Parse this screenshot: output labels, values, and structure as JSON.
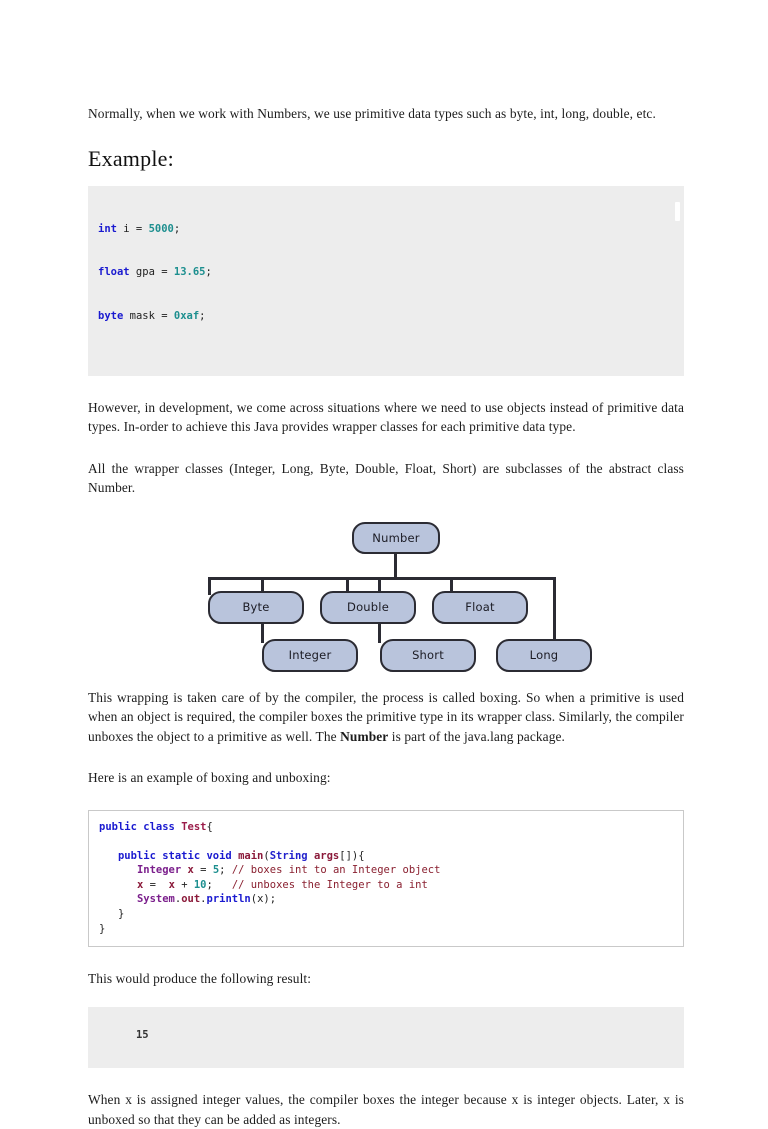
{
  "document": {
    "intro_paragraph": "Normally, when we work with Numbers, we use primitive data types such as byte, int, long, double, etc.",
    "example_heading": "Example:",
    "code_block_1": {
      "lines": [
        {
          "tokens": [
            {
              "t": "int",
              "c": "kw"
            },
            {
              "t": " i = ",
              "c": "plain"
            },
            {
              "t": "5000",
              "c": "num"
            },
            {
              "t": ";",
              "c": "plain"
            }
          ]
        },
        {
          "tokens": [
            {
              "t": "float",
              "c": "kw"
            },
            {
              "t": " gpa = ",
              "c": "plain"
            },
            {
              "t": "13.65",
              "c": "num"
            },
            {
              "t": ";",
              "c": "plain"
            }
          ]
        },
        {
          "tokens": [
            {
              "t": "byte",
              "c": "kw"
            },
            {
              "t": " mask = ",
              "c": "plain"
            },
            {
              "t": "0xaf",
              "c": "num"
            },
            {
              "t": ";",
              "c": "plain"
            }
          ]
        }
      ],
      "plain_text": "int i = 5000;\nfloat gpa = 13.65;\nbyte mask = 0xaf;"
    },
    "paragraph_however": "However, in development, we come across situations where we need to use objects instead of primitive data types. In-order to achieve this Java provides wrapper classes for each primitive data type.",
    "paragraph_wrappers": "All the wrapper classes (Integer, Long, Byte, Double, Float, Short) are subclasses of the abstract class Number.",
    "paragraph_boxing_pre": "This wrapping is taken care of by the compiler, the process is called boxing. So when a primitive is used when an object is required, the compiler boxes the primitive type in its wrapper class. Similarly, the compiler unboxes the object to a primitive as well. The ",
    "paragraph_boxing_bold": "Number",
    "paragraph_boxing_post": " is part of the java.lang package.",
    "paragraph_here_example": "Here is an example of boxing and unboxing:",
    "code_block_2": {
      "plain_text": "public class Test{\n\n   public static void main(String args[]){\n      Integer x = 5; // boxes int to an Integer object\n      x =  x + 10;   // unboxes the Integer to a int\n      System.out.println(x);\n   }\n}"
    },
    "paragraph_result_intro": "This would produce the following result:",
    "result_output": "15",
    "paragraph_closing": "When x is assigned integer values, the compiler boxes the integer because x is integer objects. Later, x is unboxed so that they can be added as integers."
  },
  "diagram": {
    "title": "Number class hierarchy",
    "root": {
      "label": "Number"
    },
    "level1": [
      {
        "label": "Byte"
      },
      {
        "label": "Double"
      },
      {
        "label": "Float"
      }
    ],
    "level2": [
      {
        "label": "Integer"
      },
      {
        "label": "Short"
      },
      {
        "label": "Long"
      }
    ],
    "colors": {
      "node_fill": "#b9c4dc",
      "node_border": "#2b2b33",
      "line": "#2b2b33"
    }
  },
  "theme": {
    "page_background": "#ffffff",
    "text_color": "#1c1c1c",
    "code_grey_background": "#ededed",
    "code_white_background": "#ffffff",
    "code_border": "#c9c9c9",
    "keyword_color": "#1a1ad0",
    "number_color": "#1d8f8f",
    "comment_color": "#8a2030",
    "class_color": "#9b1d4a",
    "type_color": "#7b1f8c"
  }
}
